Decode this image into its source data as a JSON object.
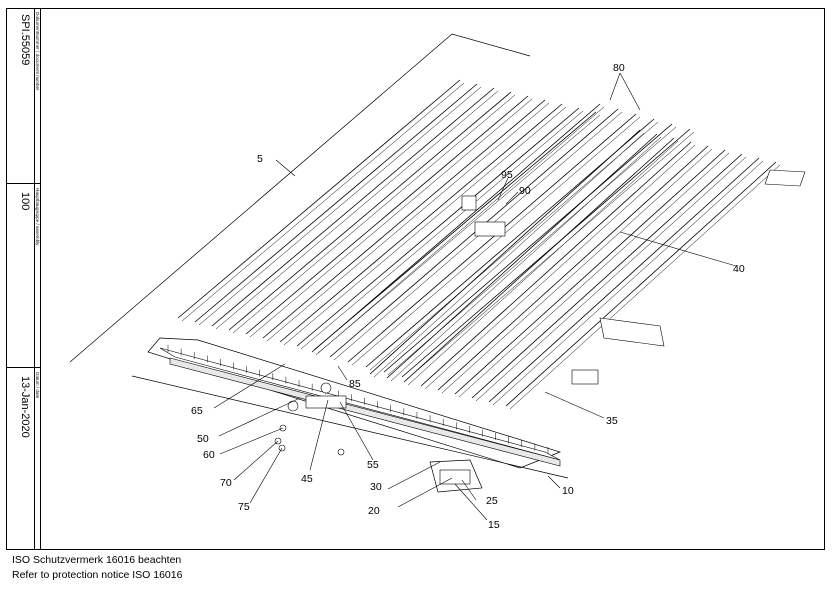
{
  "title_block": {
    "doc_number_label": "Dokumentnummer / document number",
    "doc_number": "SPI.55059",
    "assembly_label": "Hauptbaugruppe / assembly",
    "assembly": "100",
    "date_label": "Datum / date",
    "date": "13-Jan-2020"
  },
  "callouts": [
    "5",
    "80",
    "95",
    "90",
    "40",
    "85",
    "65",
    "50",
    "60",
    "70",
    "75",
    "45",
    "55",
    "35",
    "30",
    "20",
    "25",
    "15",
    "10"
  ],
  "footer": {
    "line1": "ISO Schutzvermerk 16016 beachten",
    "line2": "Refer to protection notice ISO 16016"
  }
}
